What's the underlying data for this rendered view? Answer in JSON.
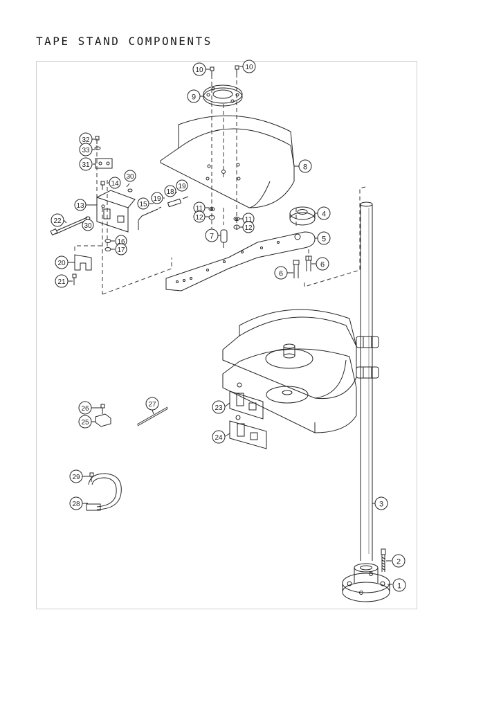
{
  "title": "TAPE STAND COMPONENTS",
  "callouts": [
    "1",
    "2",
    "3",
    "4",
    "5",
    "6",
    "7",
    "8",
    "9",
    "10",
    "11",
    "12",
    "13",
    "14",
    "15",
    "16",
    "17",
    "18",
    "19",
    "20",
    "21",
    "22",
    "23",
    "24",
    "25",
    "26",
    "27",
    "28",
    "29",
    "30",
    "31",
    "32",
    "33"
  ],
  "callout_color": "#222222"
}
